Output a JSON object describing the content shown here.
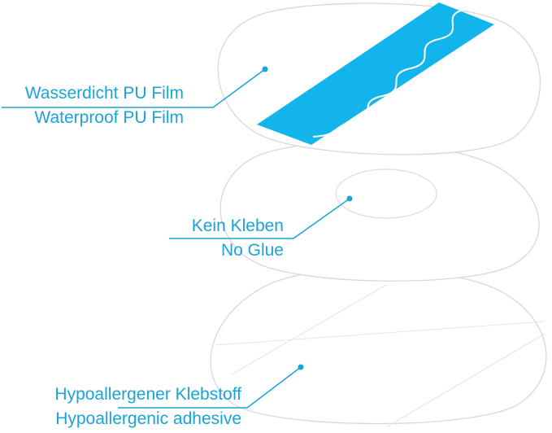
{
  "layers": [
    {
      "id": "top",
      "lines": [
        "Wasserdicht PU Film",
        "Waterproof PU Film"
      ]
    },
    {
      "id": "mid",
      "lines": [
        "Kein Kleben",
        "No Glue"
      ]
    },
    {
      "id": "bot",
      "lines": [
        "Hypoallergener Klebstoff",
        "Hypoallergenic adhesive"
      ]
    }
  ],
  "colors": {
    "accent": "#1aa3d9",
    "film_stripe": "#12b4ec",
    "outline": "#d6d6d6",
    "background": "#ffffff"
  }
}
